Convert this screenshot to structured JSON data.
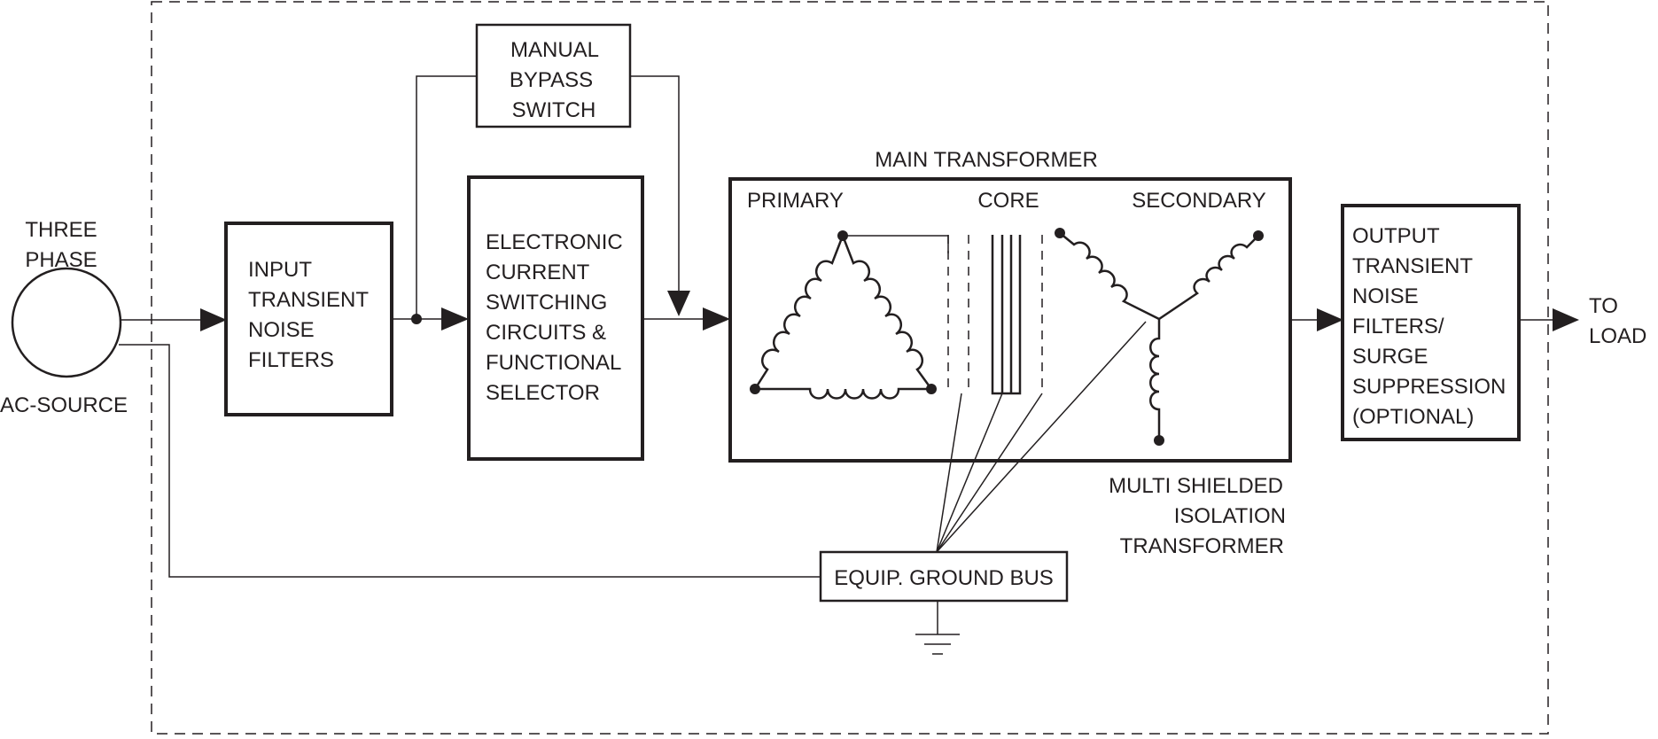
{
  "source": {
    "label_lines": [
      "THREE",
      "PHASE"
    ],
    "sub_label": "AC-SOURCE"
  },
  "input_filters": {
    "lines": [
      "INPUT",
      "TRANSIENT",
      "NOISE",
      "FILTERS"
    ]
  },
  "bypass_switch": {
    "lines": [
      "MANUAL",
      "BYPASS",
      "SWITCH"
    ]
  },
  "switching_circuits": {
    "lines": [
      "ELECTRONIC",
      "CURRENT",
      "SWITCHING",
      "CIRCUITS &",
      "FUNCTIONAL",
      "SELECTOR"
    ]
  },
  "main_transformer": {
    "title": "MAIN TRANSFORMER",
    "primary": "PRIMARY",
    "core": "CORE",
    "secondary": "SECONDARY",
    "caption_lines": [
      "MULTI SHIELDED",
      "ISOLATION",
      "TRANSFORMER"
    ]
  },
  "output_filters": {
    "lines": [
      "OUTPUT",
      "TRANSIENT",
      "NOISE",
      "FILTERS/",
      "SURGE",
      "SUPPRESSION",
      "(OPTIONAL)"
    ]
  },
  "load": {
    "lines": [
      "TO",
      "LOAD"
    ]
  },
  "ground_bus": {
    "label": "EQUIP. GROUND BUS"
  },
  "colors": {
    "ink": "#231f20",
    "background": "#ffffff"
  }
}
